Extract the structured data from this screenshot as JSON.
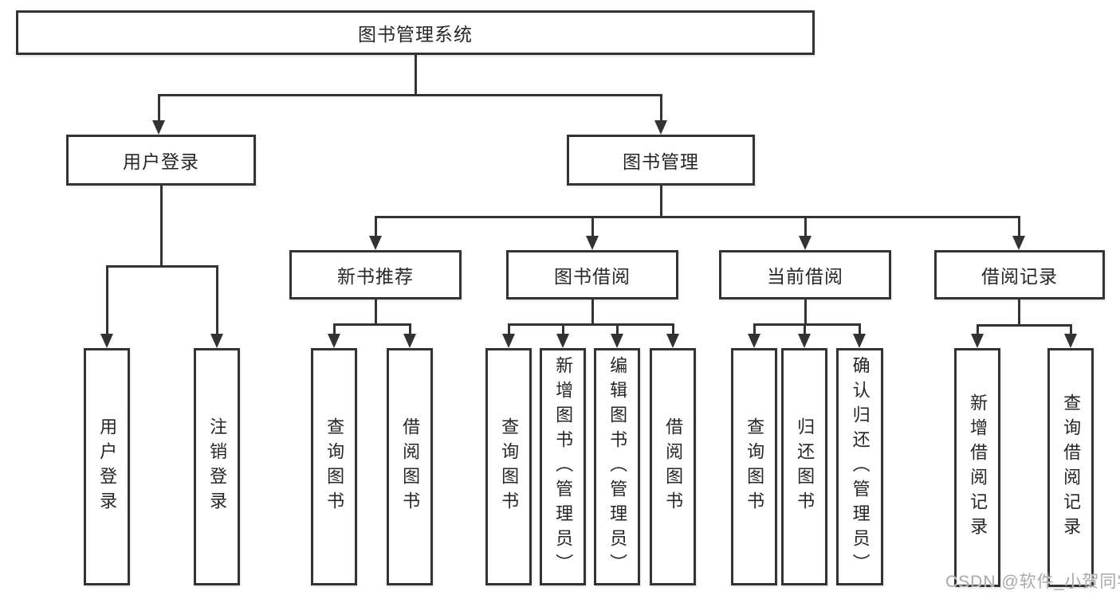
{
  "diagram": {
    "root": {
      "label": "图书管理系统"
    },
    "level1": [
      {
        "label": "用户登录"
      },
      {
        "label": "图书管理"
      }
    ],
    "level2": [
      {
        "label": "新书推荐"
      },
      {
        "label": "图书借阅"
      },
      {
        "label": "当前借阅"
      },
      {
        "label": "借阅记录"
      }
    ],
    "leaves": {
      "user_login": [
        "用户登录",
        "注销登录"
      ],
      "new_books": [
        "查询图书",
        "借阅图书"
      ],
      "borrow": [
        "查询图书",
        "新增图书（管理员）",
        "编辑图书（管理员）",
        "借阅图书"
      ],
      "current": [
        "查询图书",
        "归还图书",
        "确认归还（管理员）"
      ],
      "records": [
        "新增借阅记录",
        "查询借阅记录"
      ]
    },
    "colors": {
      "line": "#333333",
      "text": "#262626",
      "watermark": "#a8a8a8",
      "background": "#ffffff"
    }
  },
  "watermark": {
    "text": "CSDN @软件_小贺同学"
  }
}
